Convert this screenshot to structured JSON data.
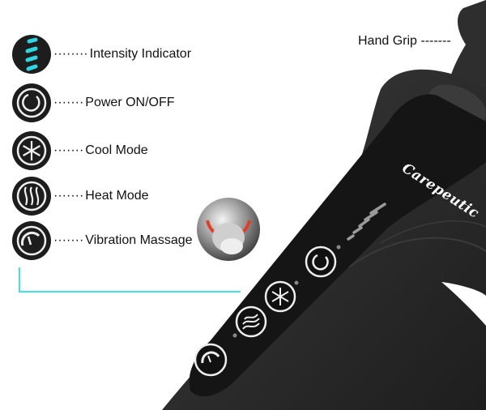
{
  "features": [
    {
      "icon": "intensity-indicator-icon",
      "label": "Intensity Indicator",
      "leader": "········"
    },
    {
      "icon": "power-icon",
      "label": "Power ON/OFF",
      "leader": "·······"
    },
    {
      "icon": "snowflake-icon",
      "label": "Cool Mode",
      "leader": "·······"
    },
    {
      "icon": "heat-waves-icon",
      "label": "Heat Mode",
      "leader": "·······"
    },
    {
      "icon": "gauge-icon",
      "label": "Vibration Massage",
      "leader": "·······"
    }
  ],
  "hand_grip": {
    "label": "Hand Grip -------"
  },
  "product": {
    "brand": "Carepeutic"
  },
  "colors": {
    "accent_cyan": "#3fe3ee",
    "body": "#2b2b2b",
    "panel": "#141414",
    "heat_ring": "#e0402a"
  }
}
